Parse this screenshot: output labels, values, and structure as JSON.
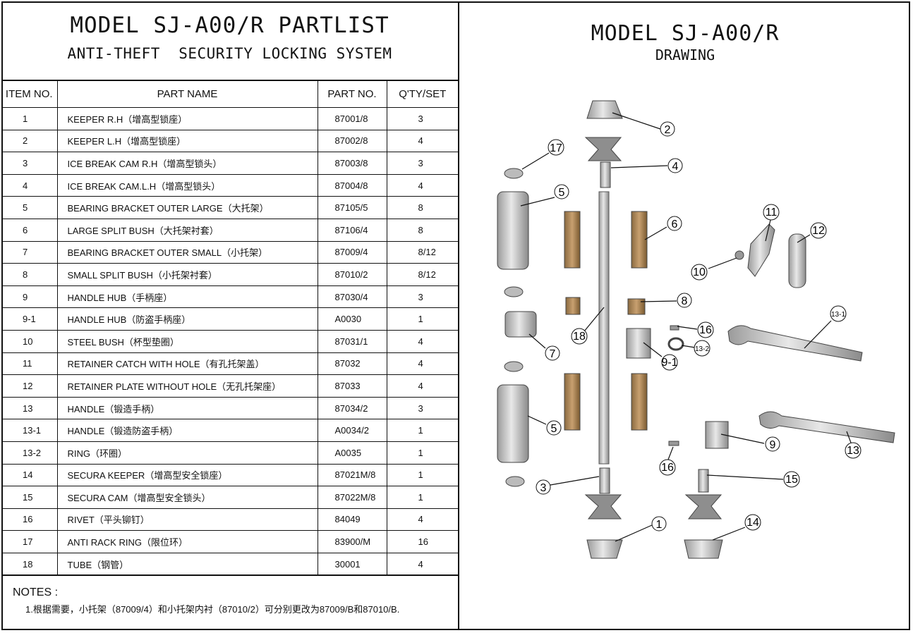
{
  "left": {
    "title": "MODEL SJ-A00/R PARTLIST",
    "subtitle": "ANTI-THEFT  SECURITY LOCKING SYSTEM"
  },
  "right": {
    "title": "MODEL SJ-A00/R",
    "subtitle": "DRAWING"
  },
  "table": {
    "headers": [
      "ITEM NO.",
      "PART NAME",
      "PART NO.",
      "Q'TY/SET"
    ],
    "rows": [
      {
        "item": "1",
        "name": "KEEPER R.H（增高型锁座）",
        "part_no": "87001/8",
        "qty": "3"
      },
      {
        "item": "2",
        "name": "KEEPER L.H（增高型锁座）",
        "part_no": "87002/8",
        "qty": "4"
      },
      {
        "item": "3",
        "name": "ICE BREAK CAM R.H（增高型锁头）",
        "part_no": "87003/8",
        "qty": "3"
      },
      {
        "item": "4",
        "name": "ICE BREAK CAM.L.H（增高型锁头）",
        "part_no": "87004/8",
        "qty": "4"
      },
      {
        "item": "5",
        "name": "BEARING BRACKET OUTER LARGE（大托架）",
        "part_no": "87105/5",
        "qty": "8"
      },
      {
        "item": "6",
        "name": "LARGE SPLIT BUSH（大托架衬套）",
        "part_no": "87106/4",
        "qty": "8"
      },
      {
        "item": "7",
        "name": "BEARING BRACKET OUTER SMALL（小托架）",
        "part_no": "87009/4",
        "qty": "8/12"
      },
      {
        "item": "8",
        "name": "SMALL SPLIT BUSH（小托架衬套）",
        "part_no": "87010/2",
        "qty": "8/12"
      },
      {
        "item": "9",
        "name": "HANDLE HUB（手柄座）",
        "part_no": "87030/4",
        "qty": "3"
      },
      {
        "item": "9-1",
        "name": "HANDLE HUB（防盗手柄座）",
        "part_no": "A0030",
        "qty": "1"
      },
      {
        "item": "10",
        "name": "STEEL BUSH（杯型垫圈）",
        "part_no": "87031/1",
        "qty": "4"
      },
      {
        "item": "11",
        "name": "RETAINER CATCH WITH HOLE（有孔托架盖）",
        "part_no": "87032",
        "qty": "4"
      },
      {
        "item": "12",
        "name": "RETAINER PLATE  WITHOUT HOLE（无孔托架座）",
        "part_no": "87033",
        "qty": "4"
      },
      {
        "item": "13",
        "name": "HANDLE（锻造手柄）",
        "part_no": "87034/2",
        "qty": "3"
      },
      {
        "item": "13-1",
        "name": "HANDLE（锻造防盗手柄）",
        "part_no": "A0034/2",
        "qty": "1"
      },
      {
        "item": "13-2",
        "name": "RING（环圈）",
        "part_no": "A0035",
        "qty": "1"
      },
      {
        "item": "14",
        "name": "SECURA  KEEPER（增高型安全锁座）",
        "part_no": "87021M/8",
        "qty": "1"
      },
      {
        "item": "15",
        "name": "SECURA  CAM（增高型安全锁头）",
        "part_no": "87022M/8",
        "qty": "1"
      },
      {
        "item": "16",
        "name": "RIVET（平头铆钉）",
        "part_no": "84049",
        "qty": "4"
      },
      {
        "item": "17",
        "name": "ANTI RACK RING（限位环）",
        "part_no": "83900/M",
        "qty": "16"
      },
      {
        "item": "18",
        "name": "TUBE（钢管）",
        "part_no": "30001",
        "qty": "4"
      }
    ]
  },
  "notes": {
    "heading": "NOTES :",
    "line1": "1.根据需要，小托架（87009/4）和小托架内衬（87010/2）可分别更改为87009/B和87010/B."
  },
  "drawing": {
    "callouts": [
      "2",
      "4",
      "17",
      "5",
      "6",
      "11",
      "12",
      "10",
      "8",
      "7",
      "18",
      "16",
      "13-1",
      "13-2",
      "9-1",
      "5",
      "9",
      "16",
      "13",
      "3",
      "15",
      "1",
      "14"
    ]
  }
}
